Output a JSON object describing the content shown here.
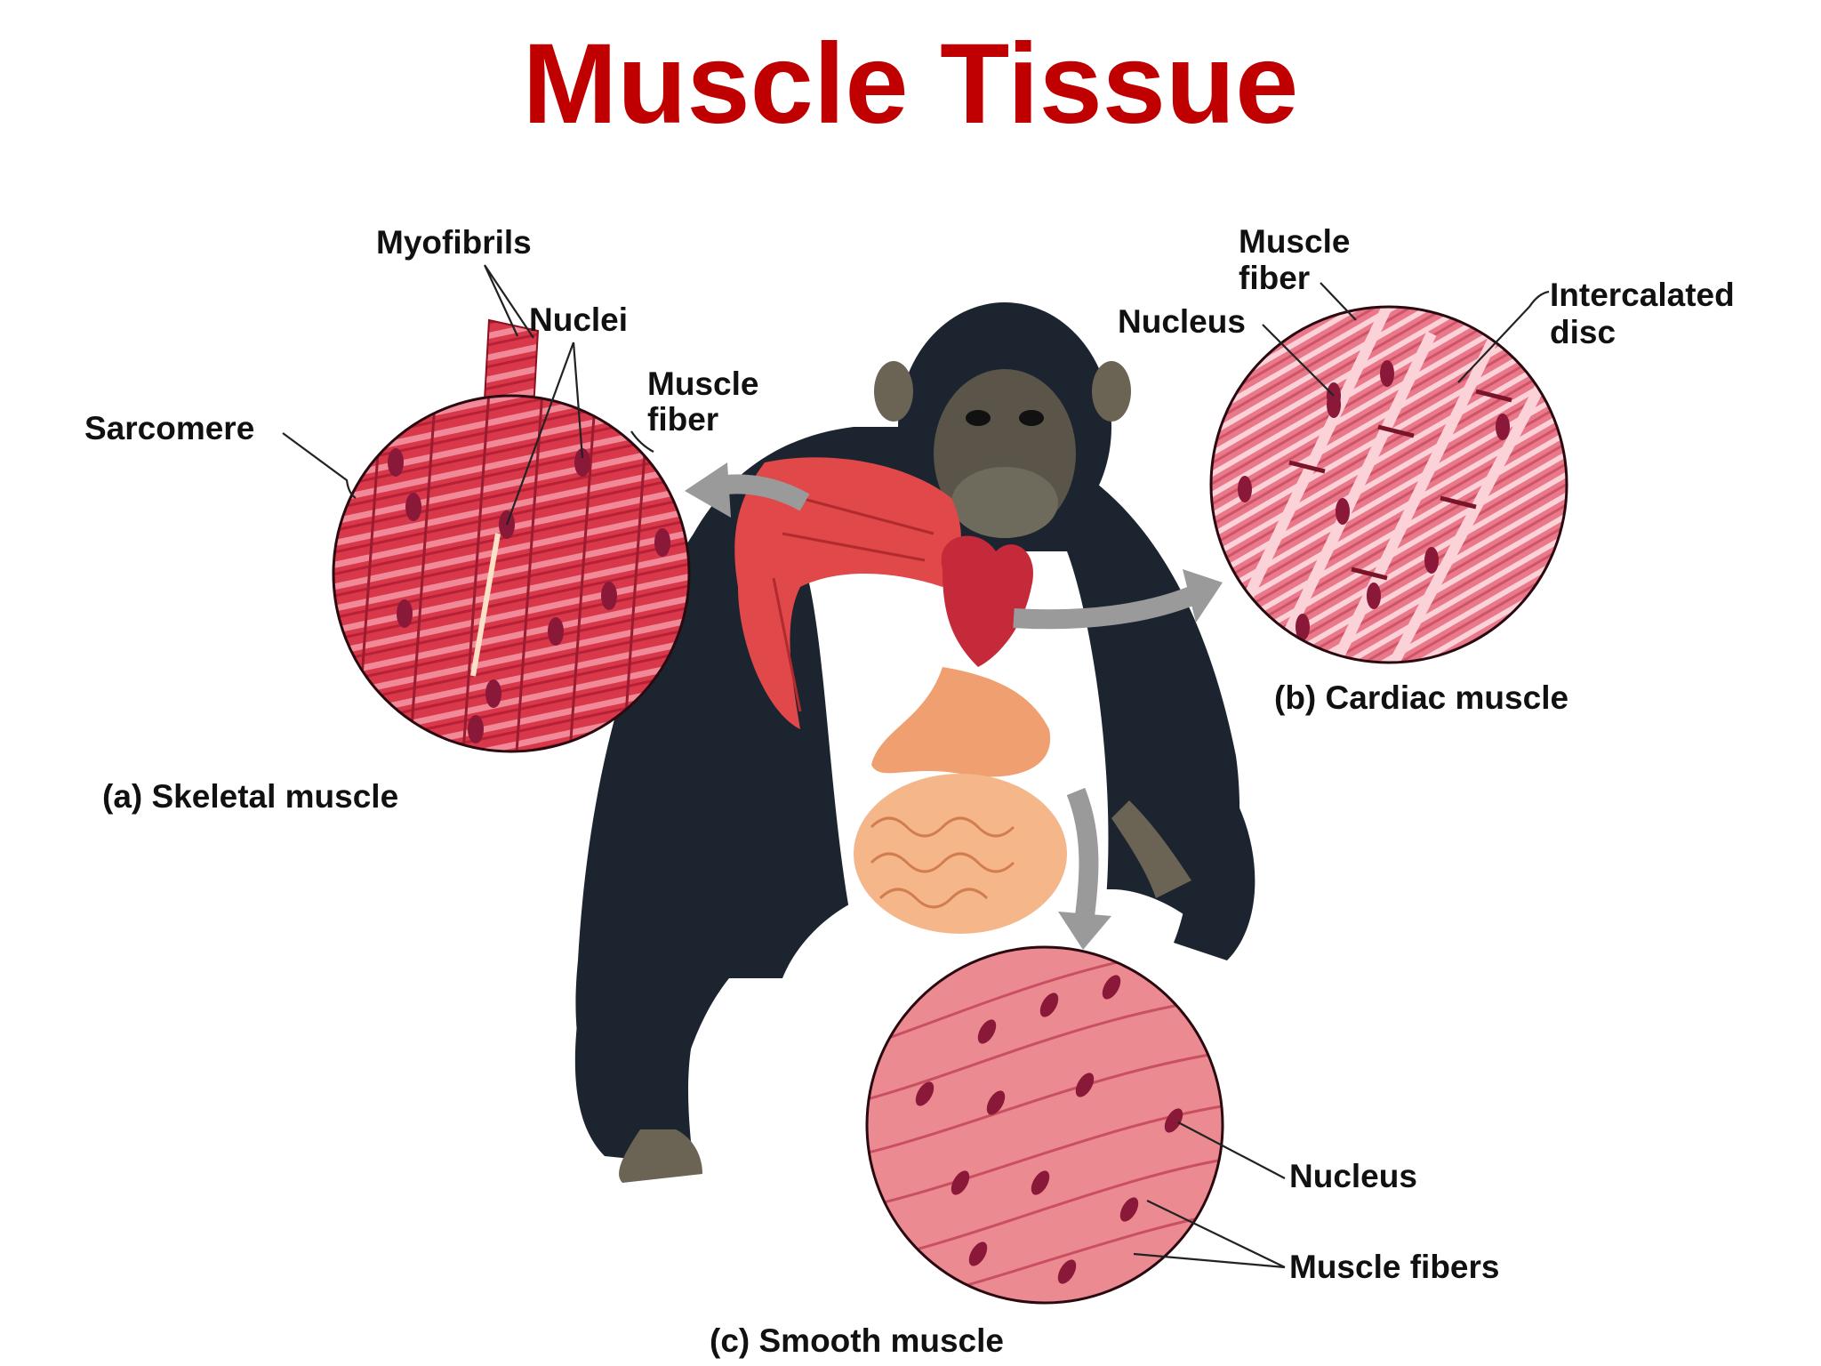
{
  "title": "Muscle Tissue",
  "skeletal": {
    "caption": "(a) Skeletal muscle",
    "labels": {
      "myofibrils": "Myofibrils",
      "nuclei": "Nuclei",
      "muscle_fiber_1": "Muscle",
      "muscle_fiber_2": "fiber",
      "sarcomere": "Sarcomere"
    }
  },
  "cardiac": {
    "caption": "(b) Cardiac muscle",
    "labels": {
      "muscle_fiber_1": "Muscle",
      "muscle_fiber_2": "fiber",
      "nucleus": "Nucleus",
      "intercalated_1": "Intercalated",
      "intercalated_2": "disc"
    }
  },
  "smooth": {
    "caption": "(c) Smooth muscle",
    "labels": {
      "nucleus": "Nucleus",
      "muscle_fibers": "Muscle fibers"
    }
  },
  "colors": {
    "title": "#c00000",
    "skeletal_tissue": "#d8384a",
    "cardiac_tissue": "#e8788a",
    "smooth_tissue": "#ec8a92",
    "nucleus": "#8a1838",
    "chimp_fur": "#1c2430",
    "arrow": "#9a9a9a",
    "stomach": "#f0a070"
  }
}
